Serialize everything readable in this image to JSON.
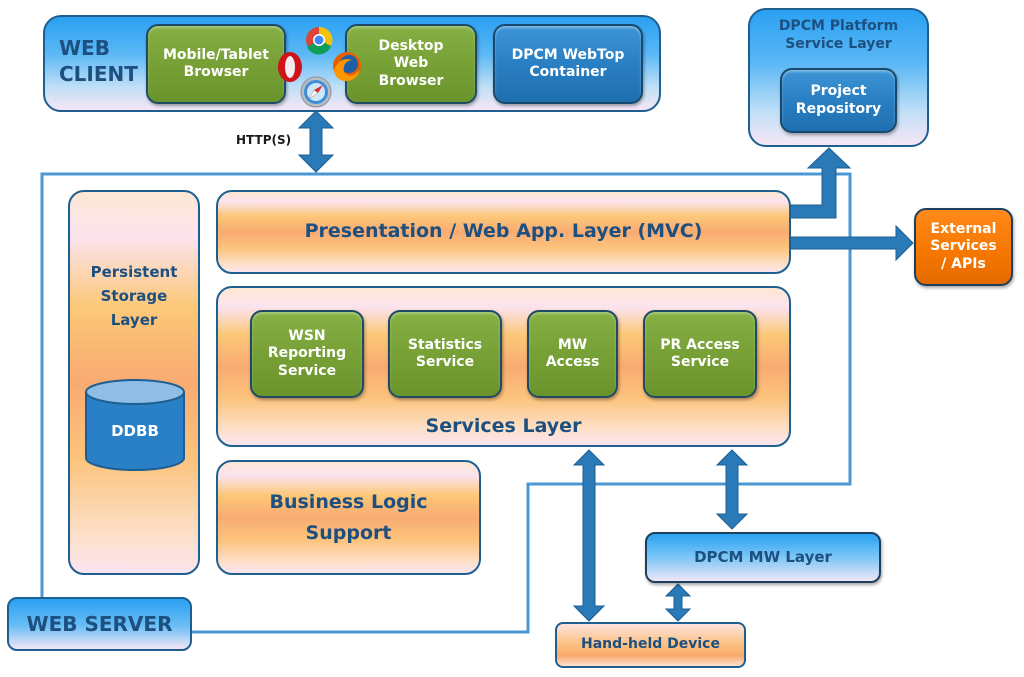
{
  "web_client": {
    "title": "WEB\nCLIENT",
    "mobile_browser": "Mobile/Tablet\nBrowser",
    "desktop_browser": "Desktop\nWeb\nBrowser",
    "webtop_container": "DPCM WebTop\nContainer",
    "browser_icons": [
      "opera-icon",
      "chrome-icon",
      "firefox-icon",
      "safari-icon"
    ]
  },
  "http_label": "HTTP(S)",
  "platform": {
    "title": "DPCM Platform\nService Layer",
    "project_repository": "Project\nRepository"
  },
  "external_services": "External\nServices\n/ APIs",
  "persistent_storage": {
    "title": "Persistent\nStorage\nLayer",
    "database": "DDBB"
  },
  "presentation_layer": "Presentation / Web App. Layer (MVC)",
  "services_layer": {
    "title": "Services Layer",
    "services": [
      "WSN\nReporting\nService",
      "Statistics\nService",
      "MW\nAccess",
      "PR  Access\nService"
    ]
  },
  "business_logic": "Business Logic\nSupport",
  "web_server": "WEB  SERVER",
  "mw_layer": "DPCM MW Layer",
  "handheld_device": "Hand-held Device",
  "colors": {
    "arrow_blue": "#2a7ab8",
    "outline_blue": "#4a97d4",
    "label_navy": "#1d4f7f",
    "service_green": "#77a136",
    "external_orange": "#f57600"
  }
}
